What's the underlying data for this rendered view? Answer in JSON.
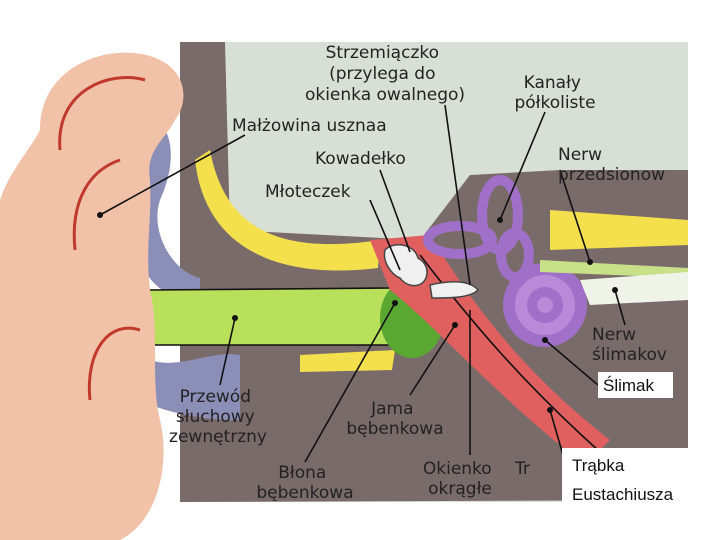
{
  "labels": {
    "strzemiaczko": [
      "Strzemiączko",
      "(przylega do",
      "okienka owalnego)"
    ],
    "kanaly": [
      "Kanały",
      "półkoliste"
    ],
    "malzowina": "Małżowina usznaa",
    "kowadelko": "Kowadełko",
    "nerw_przedsionkowy": [
      "Nerw",
      "przedsionow"
    ],
    "mloteczek": "Młoteczek",
    "nerw_slimakowy": [
      "Nerw",
      "ślimakov"
    ],
    "slimak": "Ślimak",
    "przewod": [
      "Przewód",
      "słuchowy",
      "zewnętrzny"
    ],
    "jama": [
      "Jama",
      "bębenkowa"
    ],
    "blona": [
      "Błona",
      "bębenkowa"
    ],
    "okienko": [
      "Okienko",
      "okrągłe"
    ],
    "trabka_cut": "Tr",
    "trabka": [
      "Trąbka",
      "Eustachiusza"
    ]
  },
  "colors": {
    "skin": "#f2c2a8",
    "skin_line": "#c0392b",
    "bone": "#7a6b6b",
    "cartilage": "#8b8fb8",
    "canal": "#b9e05a",
    "yellow": "#f4e04d",
    "labyrinth": "#a070c8",
    "tube": "#e06060",
    "green_eardrum": "#5aa832",
    "air": "#d8e0d6"
  }
}
